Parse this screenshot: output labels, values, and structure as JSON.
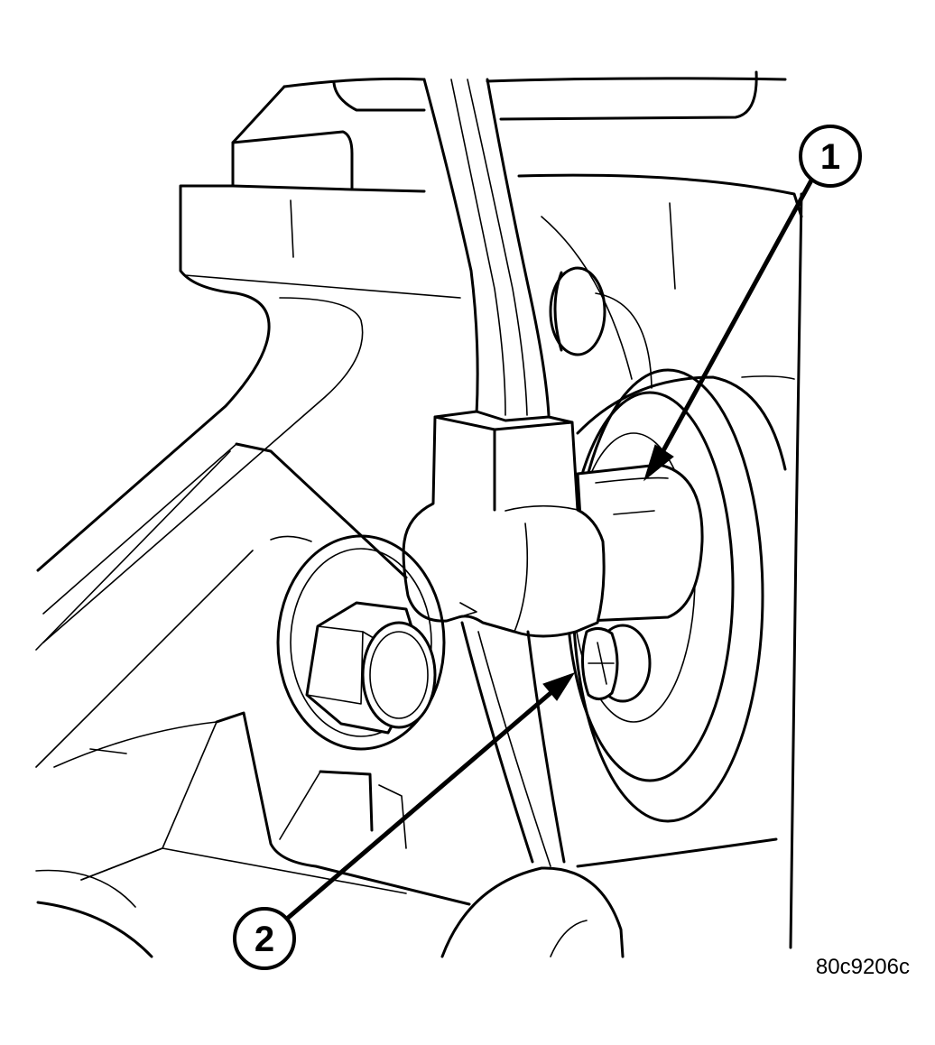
{
  "callouts": [
    {
      "number": "1"
    },
    {
      "number": "2"
    }
  ],
  "figure_id": "80c9206c"
}
